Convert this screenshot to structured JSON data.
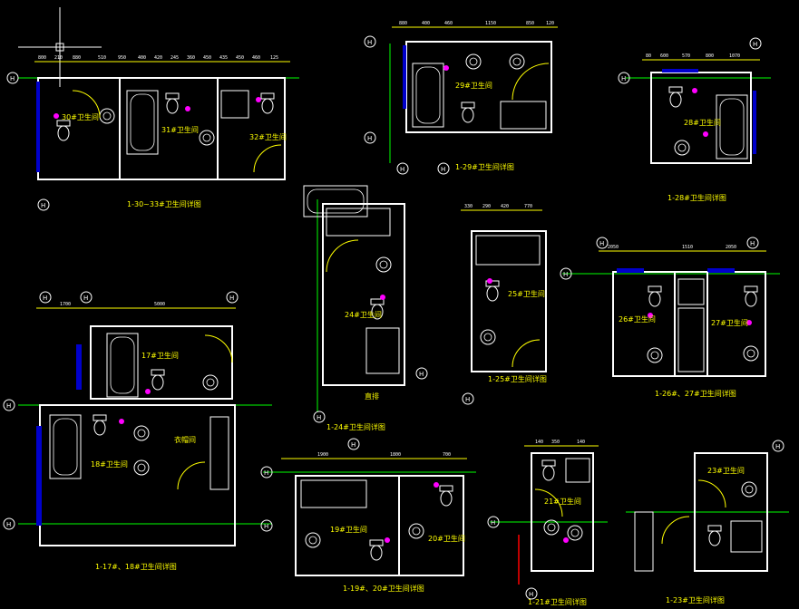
{
  "drawing": {
    "background": "#000000",
    "wall_color": "#ffffff",
    "dim_color": "#ffff00",
    "axis_color": "#00ff00",
    "window_color": "#0000cc",
    "fixture_color": "#ffffff",
    "marker_color": "#ff00ff"
  },
  "panels": [
    {
      "id": "p30",
      "caption": "1-30~33#卫生间详图",
      "rooms": [
        "30#卫生间",
        "31#卫生间",
        "32#卫生间"
      ],
      "axes": [
        "H",
        "H"
      ],
      "dims_top": [
        "800",
        "210",
        "880",
        "510",
        "950",
        "400",
        "420",
        "245",
        "360",
        "450",
        "435",
        "450",
        "460",
        "125"
      ]
    },
    {
      "id": "p29",
      "caption": "1-29#卫生间详图",
      "rooms": [
        "29#卫生间"
      ],
      "axes": [
        "H",
        "H",
        "H",
        "H"
      ],
      "dims_top": [
        "880",
        "400",
        "460",
        "1150",
        "850",
        "120"
      ]
    },
    {
      "id": "p28",
      "caption": "1-28#卫生间详图",
      "rooms": [
        "28#卫生间"
      ],
      "axes": [
        "H",
        "H"
      ],
      "dims_top": [
        "80",
        "600",
        "570",
        "800",
        "1070"
      ]
    },
    {
      "id": "p17",
      "caption": "1-17#、18#卫生间详图",
      "rooms": [
        "17#卫生间",
        "18#卫生间",
        "衣帽间"
      ],
      "axes": [
        "H",
        "H",
        "H",
        "H",
        "H"
      ],
      "dims_top": [
        "1700",
        "5000"
      ]
    },
    {
      "id": "p24",
      "caption": "1-24#卫生间详图",
      "rooms": [
        "24#卫生间"
      ],
      "note": "直排",
      "axes": [
        "H",
        "H"
      ],
      "dims_top": []
    },
    {
      "id": "p25",
      "caption": "1-25#卫生间详图",
      "rooms": [
        "25#卫生间"
      ],
      "axes": [
        "H"
      ],
      "dims_top": [
        "330",
        "290",
        "420",
        "770"
      ]
    },
    {
      "id": "p26",
      "caption": "1-26#、27#卫生间详图",
      "rooms": [
        "26#卫生间",
        "27#卫生间"
      ],
      "axes": [
        "H",
        "H",
        "H"
      ],
      "dims_top": [
        "2050",
        "1510",
        "2050"
      ]
    },
    {
      "id": "p19",
      "caption": "1-19#、20#卫生间详图",
      "rooms": [
        "19#卫生间",
        "20#卫生间"
      ],
      "axes": [
        "H",
        "H",
        "H"
      ],
      "dims_top": [
        "1900",
        "1800",
        "700"
      ]
    },
    {
      "id": "p21",
      "caption": "1-21#卫生间详图",
      "rooms": [
        "21#卫生间"
      ],
      "axes": [
        "H",
        "H"
      ],
      "dims_top": [
        "140",
        "350",
        "140"
      ]
    },
    {
      "id": "p23",
      "caption": "1-23#卫生间详图",
      "rooms": [
        "23#卫生间"
      ],
      "axes": [
        "H"
      ],
      "dims_top": []
    }
  ]
}
